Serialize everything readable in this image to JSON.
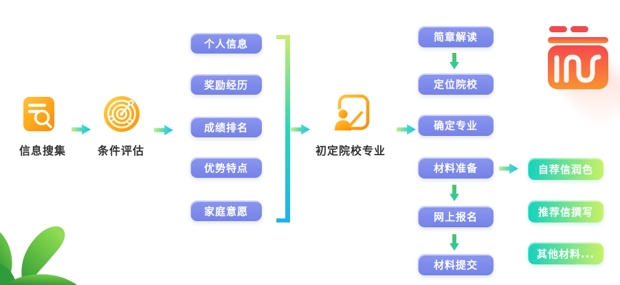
{
  "colors": {
    "background": "#ffffff",
    "pill_blue": "#7E8BEA",
    "pill_green_teal": "#12D2BE",
    "pill_green_lime": "#C9F166",
    "icon_orange": "#FF9400",
    "icon_orange_light": "#FFC43C",
    "logo_red": "#F5484E",
    "logo_orange": "#FB9230",
    "arrow_green": "#C6EC86",
    "arrow_cyan": "#1EC2E8",
    "down_arrow_green": "#4DC35A",
    "down_arrow_teal": "#20CFAE",
    "label_text": "#333333",
    "leaf_green": "#57B846"
  },
  "steps": {
    "info_collection": {
      "label": "信息搜集",
      "icon": "document-search-icon"
    },
    "condition_assessment": {
      "label": "条件评估",
      "icon": "radar-icon"
    },
    "preliminary_selection": {
      "label": "初定院校专业",
      "icon": "school-major-icon"
    }
  },
  "assessment_items": [
    "个人信息",
    "奖励经历",
    "成绩排名",
    "优势特点",
    "家庭意愿"
  ],
  "process_items": [
    "简章解读",
    "定位院校",
    "确定专业",
    "材料准备",
    "网上报名",
    "材料提交"
  ],
  "material_items": [
    "自荐信润色",
    "推荐信撰写",
    "其他材料..."
  ]
}
